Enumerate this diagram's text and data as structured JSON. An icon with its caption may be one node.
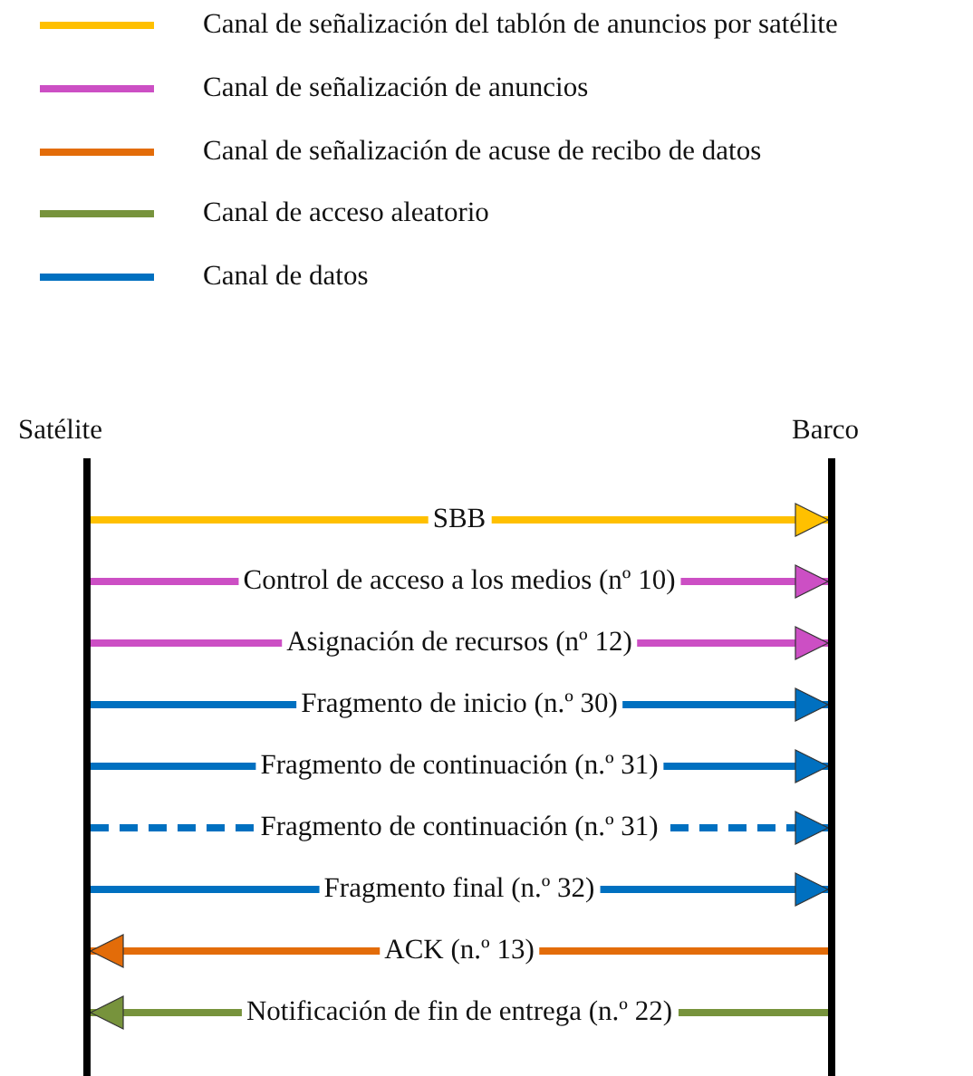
{
  "diagram": {
    "nodes": [
      {
        "text": [
          "Satélite"
        ]
      },
      {
        "text": [
          "Barco"
        ]
      }
    ],
    "edges": [
      {
        "from": 0,
        "to": 1,
        "arrow": "to",
        "label": "SBB",
        "color": "#ffc000"
      },
      {
        "from": 0,
        "to": 1,
        "arrow": "to",
        "label": "Control de acceso a los medios (nº 10)",
        "color": "#cc4fc4"
      },
      {
        "from": 0,
        "to": 1,
        "arrow": "to",
        "label": "Asignación de recursos (nº 12)",
        "color": "#cc4fc4"
      },
      {
        "from": 0,
        "to": 1,
        "arrow": "to",
        "label": "Fragmento de inicio (n.º 30)"
      },
      {
        "from": 0,
        "to": 1,
        "arrow": "to",
        "label": "Fragmento de continuación (n.º 31)"
      },
      {
        "from": 0,
        "to": 1,
        "arrow": "to",
        "label": "Fragmento de continuación (n.º 31)",
        "style": "dashed"
      },
      {
        "from": 0,
        "to": 1,
        "arrow": "to",
        "label": "Fragmento final (n.º 32)"
      },
      {
        "from": 1,
        "to": 0,
        "arrow": "to",
        "label": "ACK (n.º 13)",
        "color": "#e36c09"
      },
      {
        "from": 1,
        "to": 0,
        "arrow": "to",
        "label": "Notificación de fin de entrega (n.º 22)",
        "color": "#77933c"
      }
    ],
    "legend": [
      {
        "text": "Canal de señalización del tablón de anuncios por satélite",
        "color": "#ffc000"
      },
      {
        "text": "Canal de señalización de anuncios",
        "color": "#cc4fc4"
      },
      {
        "text": "Canal de señalización de acuse de recibo de datos",
        "color": "#e36c09"
      },
      {
        "text": "Canal de acceso aleatorio",
        "color": "#77933c"
      },
      {
        "text": "Canal de datos",
        "color": "#0070c0"
      }
    ]
  }
}
